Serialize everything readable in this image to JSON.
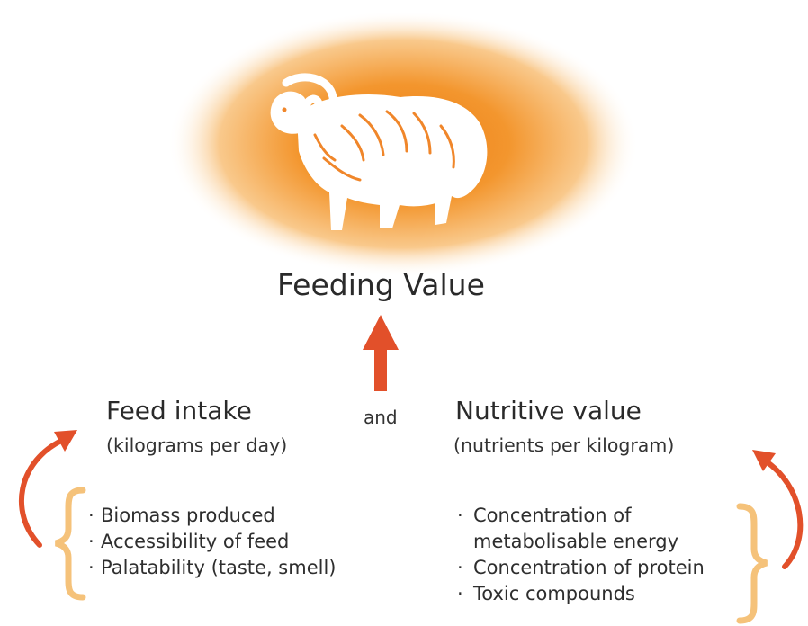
{
  "title": "Feeding Value",
  "connector": "and",
  "left": {
    "heading": "Feed intake",
    "subheading": "(kilograms per day)",
    "items": [
      "Biomass produced",
      "Accessibility of feed",
      "Palatability (taste, smell)"
    ]
  },
  "right": {
    "heading": "Nutritive value",
    "subheading": "(nutrients per kilogram)",
    "items": [
      "Concentration of",
      "metabolisable energy",
      "Concentration of protein",
      "Toxic compounds"
    ]
  },
  "colors": {
    "glow": "#f39a2a",
    "arrow": "#e2502a",
    "brace": "#f5c27a"
  },
  "icons": [
    "sheep-icon",
    "up-arrow-icon",
    "curved-arrow-icon",
    "curly-brace-icon"
  ]
}
